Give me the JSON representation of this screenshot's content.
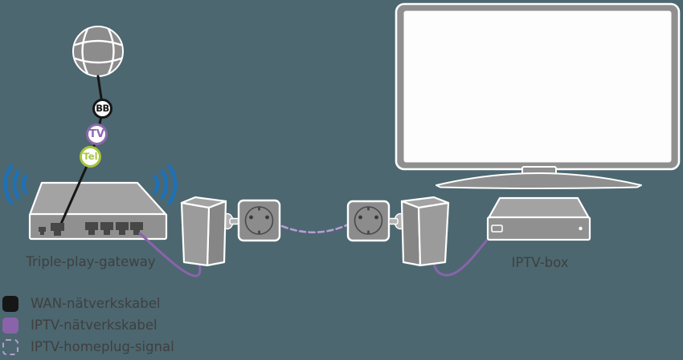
{
  "diagram": {
    "gateway_label": "Triple-play-gateway",
    "iptv_box_label": "IPTV-box",
    "service_badges": [
      {
        "label": "BB",
        "color": "#161616"
      },
      {
        "label": "TV",
        "color": "#8b68ad"
      },
      {
        "label": "Tel",
        "color": "#a6c53e"
      }
    ]
  },
  "legend": {
    "items": [
      {
        "label": "WAN-nätverkskabel",
        "swatch": "solid-black"
      },
      {
        "label": "IPTV-nätverkskabel",
        "swatch": "solid-purple"
      },
      {
        "label": "IPTV-homeplug-signal",
        "swatch": "dashed-lavender"
      }
    ]
  },
  "colors": {
    "background": "#4c6770",
    "device-gray": "#909090",
    "device-top": "#a3a3a3",
    "port-dark": "#474747",
    "wifi-blue": "#1d71b8",
    "wan-black": "#161616",
    "iptv-purple": "#8a63ab",
    "homeplug-lavender": "#b79cd4",
    "badge-tv": "#8b68ad",
    "badge-tel": "#a6c53e",
    "label-text": "#3f3f3f"
  }
}
